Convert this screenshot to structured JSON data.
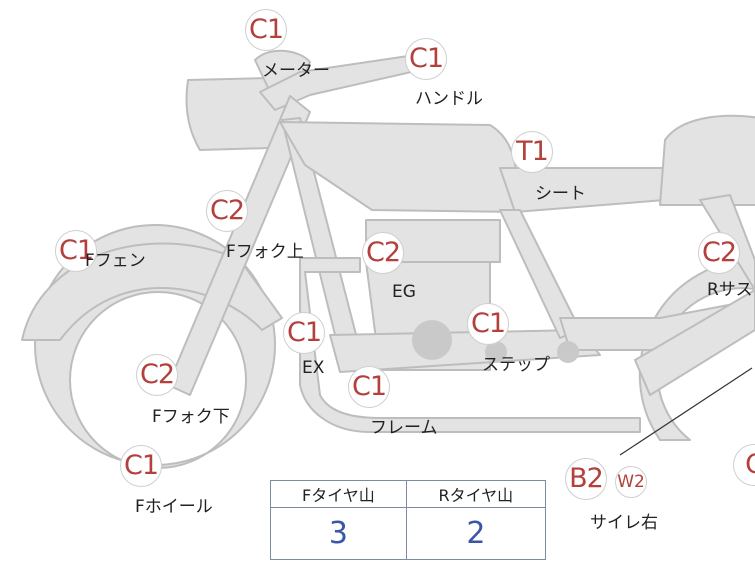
{
  "parts": [
    {
      "grade": "C1",
      "name": "メーター"
    },
    {
      "grade": "C1",
      "name": "ハンドル"
    },
    {
      "grade": "T1",
      "name": "シート"
    },
    {
      "grade": "C2",
      "name": "Fフォク上"
    },
    {
      "grade": "C1",
      "name": "Fフェン"
    },
    {
      "grade": "C2",
      "name": "EG"
    },
    {
      "grade": "C2",
      "name": "Rサス"
    },
    {
      "grade": "C1",
      "name": "EX"
    },
    {
      "grade": "C1",
      "name": "ステップ"
    },
    {
      "grade": "C2",
      "name": "Fフォク下"
    },
    {
      "grade": "C1",
      "name": "フレーム"
    },
    {
      "grade": "C1",
      "name": "Fホイール"
    },
    {
      "grade": "B2",
      "grade_extra": "W2",
      "name": "サイレ右"
    },
    {
      "grade": "C",
      "name": ""
    }
  ],
  "tire_table": {
    "headers": [
      "Fタイヤ山",
      "Rタイヤ山"
    ],
    "values": [
      "3",
      "2"
    ]
  },
  "colors": {
    "body": "#e3e3e3",
    "outline": "#bdbdbd",
    "grade_text": "#b3403c",
    "table_border": "#7d8aa3",
    "table_value": "#3a56a8"
  }
}
